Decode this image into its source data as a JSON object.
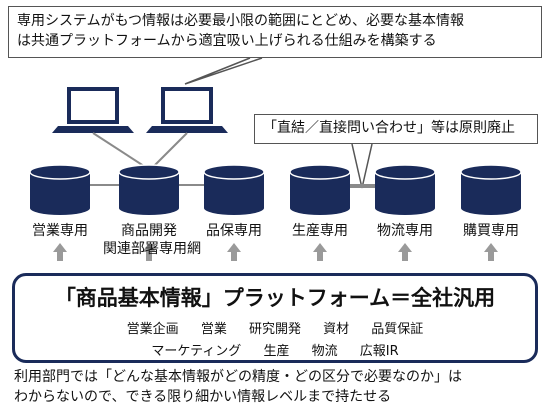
{
  "top_callout": {
    "line1": "専用システムがもつ情報は必要最小限の範囲にとどめ、必要な基本情報",
    "line2": "は共通プラットフォームから適宜吸い上げられる仕組みを構築する"
  },
  "right_callout": {
    "text": "「直結／直接問い合わせ」等は原則廃止"
  },
  "databases": [
    {
      "label": "営業専用"
    },
    {
      "label": "商品開発"
    },
    {
      "label": "品保専用"
    },
    {
      "label": "生産専用"
    },
    {
      "label": "物流専用"
    },
    {
      "label": "購買専用"
    }
  ],
  "network_label": "関連部署専用網",
  "platform": {
    "title": "「商品基本情報」プラットフォーム＝全社汎用",
    "row1": [
      "営業企画",
      "営業",
      "研究開発",
      "資材",
      "品質保証"
    ],
    "row2": [
      "マーケティング",
      "生産",
      "物流",
      "広報IR"
    ]
  },
  "footer": {
    "line1": "利用部門では「どんな基本情報がどの精度・どの区分で必要なのか」は",
    "line2": "わからないので、できる限り細かい情報レベルまで持たせる"
  },
  "colors": {
    "navy": "#1a2b5a",
    "arrow_gray": "#9a9a9a",
    "line_gray": "#8a8a8a"
  }
}
